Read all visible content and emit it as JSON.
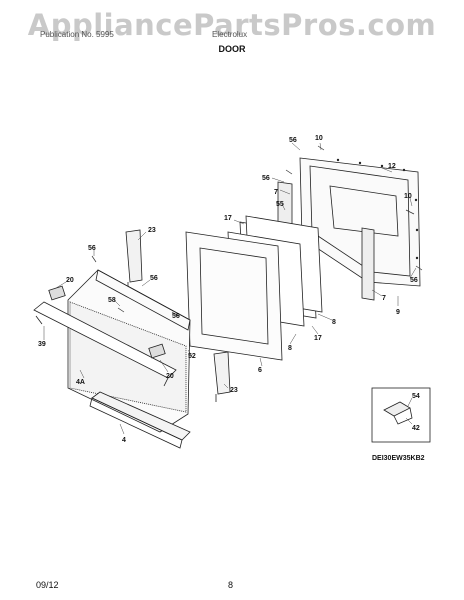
{
  "watermark": "AppliancePartsPros.com",
  "header": {
    "left_text": "Publication No. 5995",
    "right_text": "Electrolux",
    "section_title": "DOOR"
  },
  "callouts": [
    {
      "id": "c56a",
      "label": "56"
    },
    {
      "id": "c10a",
      "label": "10"
    },
    {
      "id": "c12",
      "label": "12"
    },
    {
      "id": "c56b",
      "label": "56"
    },
    {
      "id": "c7a",
      "label": "7"
    },
    {
      "id": "c10b",
      "label": "10"
    },
    {
      "id": "c55",
      "label": "55"
    },
    {
      "id": "c17a",
      "label": "17"
    },
    {
      "id": "c23a",
      "label": "23"
    },
    {
      "id": "c56c",
      "label": "56"
    },
    {
      "id": "c56d",
      "label": "56"
    },
    {
      "id": "c20a",
      "label": "20"
    },
    {
      "id": "c58",
      "label": "58"
    },
    {
      "id": "c56e",
      "label": "56"
    },
    {
      "id": "c56f",
      "label": "56"
    },
    {
      "id": "c7b",
      "label": "7"
    },
    {
      "id": "c9",
      "label": "9"
    },
    {
      "id": "c8a",
      "label": "8"
    },
    {
      "id": "c17b",
      "label": "17"
    },
    {
      "id": "c8b",
      "label": "8"
    },
    {
      "id": "c39",
      "label": "39"
    },
    {
      "id": "c52",
      "label": "52"
    },
    {
      "id": "c6",
      "label": "6"
    },
    {
      "id": "c20b",
      "label": "20"
    },
    {
      "id": "c4a",
      "label": "4A"
    },
    {
      "id": "c23b",
      "label": "23"
    },
    {
      "id": "c4",
      "label": "4"
    },
    {
      "id": "c54",
      "label": "54"
    },
    {
      "id": "c42",
      "label": "42"
    }
  ],
  "diagram_code": "DEI30EW35KB2",
  "footer": {
    "date": "09/12",
    "page": "8"
  }
}
